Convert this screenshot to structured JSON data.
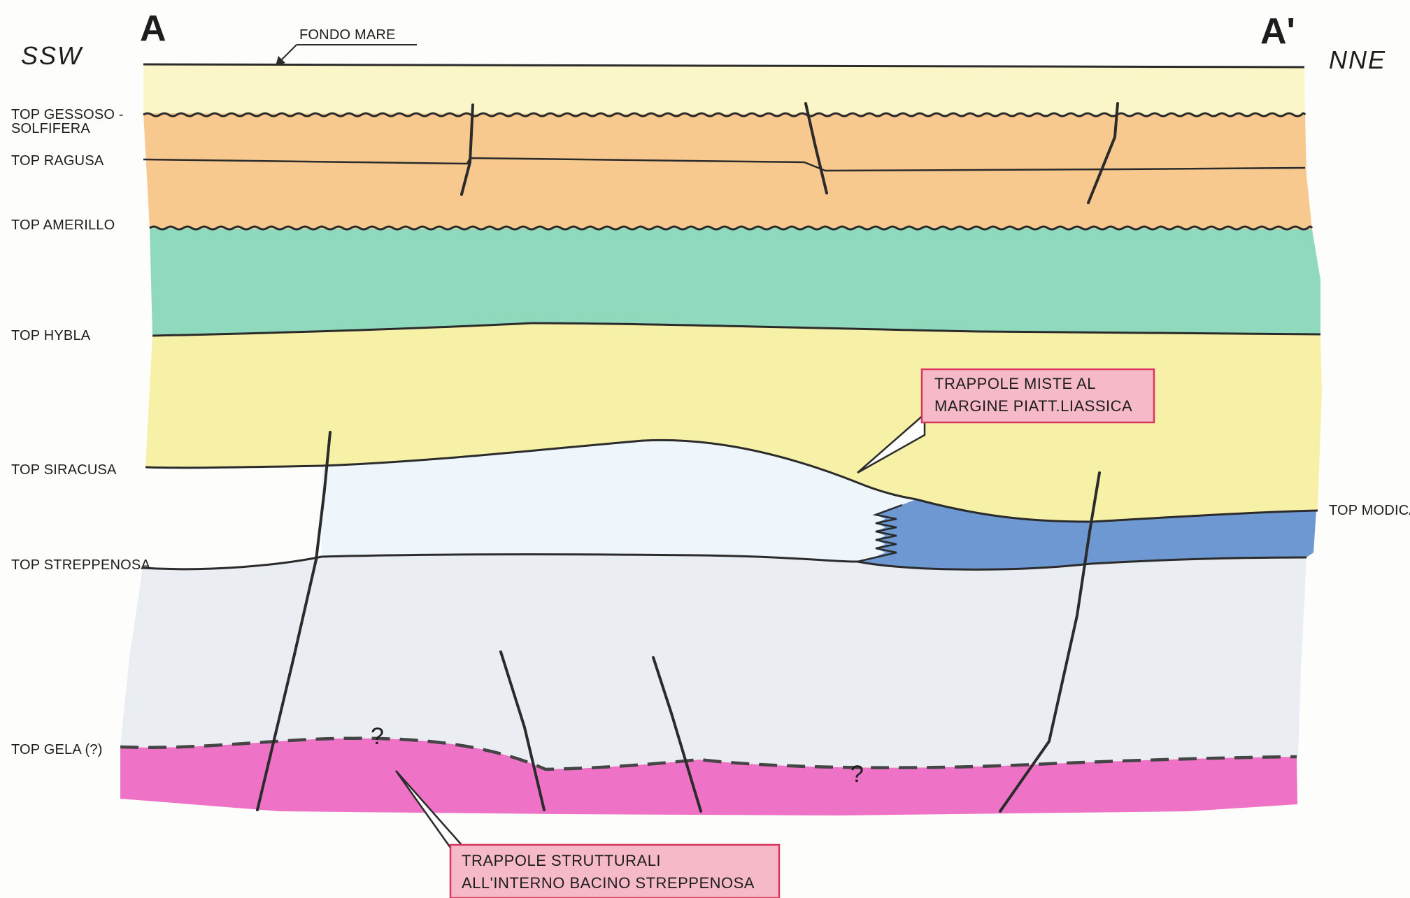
{
  "section_labels": {
    "start": "A",
    "end": "A'",
    "dir_left": "SSW",
    "dir_right": "NNE",
    "seafloor": "FONDO MARE"
  },
  "horizons": {
    "gessoso_1": "TOP GESSOSO -",
    "gessoso_2": "SOLFIFERA",
    "ragusa": "TOP RAGUSA",
    "amerillo": "TOP AMERILLO",
    "hybla": "TOP HYBLA",
    "siracusa": "TOP SIRACUSA",
    "streppenosa": "TOP STREPPENOSA",
    "gela": "TOP GELA (?)",
    "modica": "TOP MODICA"
  },
  "callouts": {
    "mixed_1": "TRAPPOLE MISTE AL",
    "mixed_2": "MARGINE PIATT.LIASSICA",
    "structural_1": "TRAPPOLE STRUTTURALI",
    "structural_2": "ALL'INTERNO BACINO STREPPENOSA"
  },
  "uncertain_marks": {
    "q1": "?",
    "q2": "?"
  },
  "colors": {
    "pale_yellow": "#fbf6c8",
    "orange": "#f7c98f",
    "green": "#8fd9bd",
    "yellow": "#f7f1a8",
    "pale_blue": "#eef6fb",
    "blue": "#6e98d2",
    "pale_grey": "#eaeef3",
    "pink": "#ee72c6",
    "callout_fill": "#f6b9c7",
    "callout_border": "#d9355f",
    "line": "#2b2b2b"
  }
}
